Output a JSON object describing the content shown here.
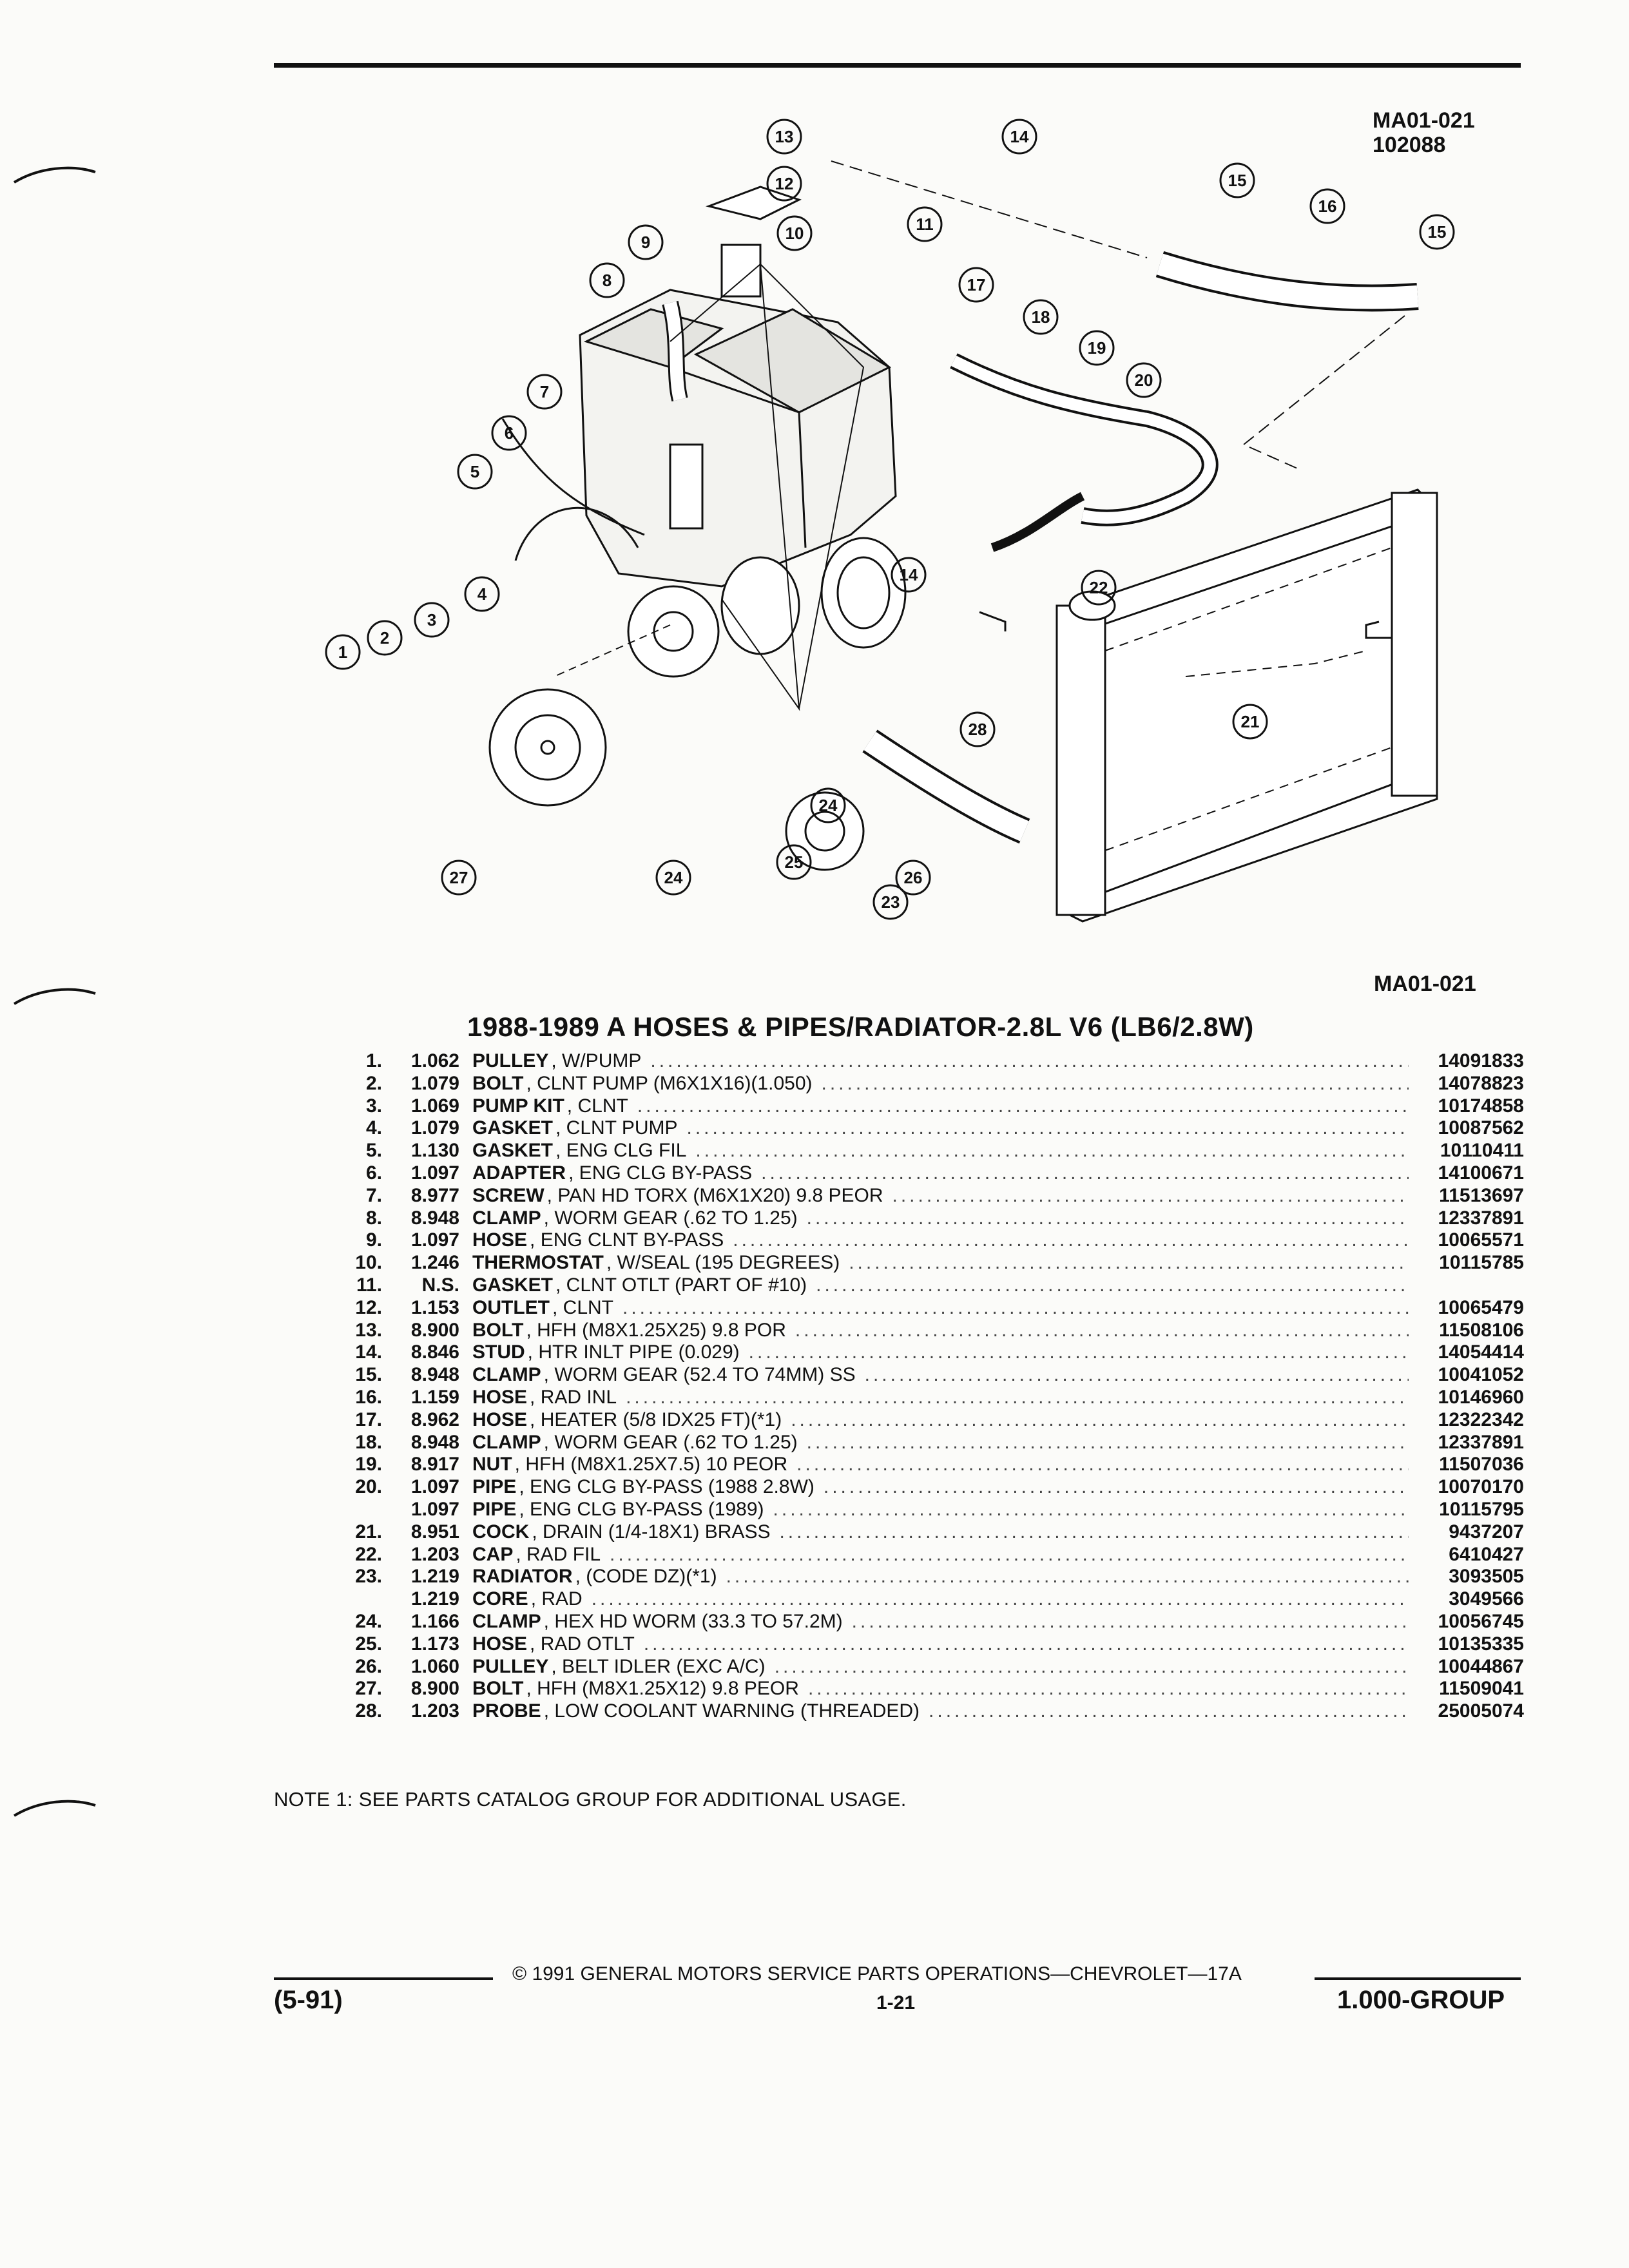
{
  "header": {
    "code_line1": "MA01-021",
    "code_line2": "102088",
    "code_bottom": "MA01-021"
  },
  "callouts": [
    "1",
    "2",
    "3",
    "4",
    "5",
    "6",
    "7",
    "8",
    "9",
    "10",
    "11",
    "12",
    "13",
    "14",
    "15",
    "16",
    "17",
    "18",
    "19",
    "20",
    "21",
    "22",
    "23",
    "24",
    "25",
    "26",
    "27",
    "28"
  ],
  "title": "1988-1989 A HOSES & PIPES/RADIATOR-2.8L V6 (LB6/2.8W)",
  "parts": [
    {
      "ref": "1.",
      "code": "1.062",
      "name": "PULLEY",
      "desc": ", W/PUMP",
      "pn": "14091833"
    },
    {
      "ref": "2.",
      "code": "1.079",
      "name": "BOLT",
      "desc": ", CLNT PUMP (M6X1X16)(1.050)",
      "pn": "14078823"
    },
    {
      "ref": "3.",
      "code": "1.069",
      "name": "PUMP KIT",
      "desc": ", CLNT",
      "pn": "10174858"
    },
    {
      "ref": "4.",
      "code": "1.079",
      "name": "GASKET",
      "desc": ", CLNT PUMP",
      "pn": "10087562"
    },
    {
      "ref": "5.",
      "code": "1.130",
      "name": "GASKET",
      "desc": ", ENG CLG FIL",
      "pn": "10110411"
    },
    {
      "ref": "6.",
      "code": "1.097",
      "name": "ADAPTER",
      "desc": ", ENG CLG BY-PASS",
      "pn": "14100671"
    },
    {
      "ref": "7.",
      "code": "8.977",
      "name": "SCREW",
      "desc": ", PAN HD TORX (M6X1X20) 9.8 PEOR",
      "pn": "11513697"
    },
    {
      "ref": "8.",
      "code": "8.948",
      "name": "CLAMP",
      "desc": ", WORM GEAR (.62 TO 1.25)",
      "pn": "12337891"
    },
    {
      "ref": "9.",
      "code": "1.097",
      "name": "HOSE",
      "desc": ", ENG CLNT BY-PASS",
      "pn": "10065571"
    },
    {
      "ref": "10.",
      "code": "1.246",
      "name": "THERMOSTAT",
      "desc": ", W/SEAL (195 DEGREES)",
      "pn": "10115785"
    },
    {
      "ref": "11.",
      "code": "N.S.",
      "name": "GASKET",
      "desc": ", CLNT OTLT (PART OF #10)",
      "pn": ""
    },
    {
      "ref": "12.",
      "code": "1.153",
      "name": "OUTLET",
      "desc": ", CLNT",
      "pn": "10065479"
    },
    {
      "ref": "13.",
      "code": "8.900",
      "name": "BOLT",
      "desc": ", HFH (M8X1.25X25) 9.8 POR",
      "pn": "11508106"
    },
    {
      "ref": "14.",
      "code": "8.846",
      "name": "STUD",
      "desc": ", HTR INLT PIPE (0.029)",
      "pn": "14054414"
    },
    {
      "ref": "15.",
      "code": "8.948",
      "name": "CLAMP",
      "desc": ", WORM GEAR (52.4 TO 74MM) SS",
      "pn": "10041052"
    },
    {
      "ref": "16.",
      "code": "1.159",
      "name": "HOSE",
      "desc": ", RAD INL",
      "pn": "10146960"
    },
    {
      "ref": "17.",
      "code": "8.962",
      "name": "HOSE",
      "desc": ", HEATER (5/8 IDX25 FT)(*1)",
      "pn": "12322342"
    },
    {
      "ref": "18.",
      "code": "8.948",
      "name": "CLAMP",
      "desc": ", WORM GEAR (.62 TO 1.25)",
      "pn": "12337891"
    },
    {
      "ref": "19.",
      "code": "8.917",
      "name": "NUT",
      "desc": ", HFH (M8X1.25X7.5) 10 PEOR",
      "pn": "11507036"
    },
    {
      "ref": "20.",
      "code": "1.097",
      "name": "PIPE",
      "desc": ", ENG CLG BY-PASS (1988 2.8W)",
      "pn": "10070170"
    },
    {
      "ref": "",
      "code": "1.097",
      "name": "PIPE",
      "desc": ", ENG CLG BY-PASS (1989)",
      "pn": "10115795"
    },
    {
      "ref": "21.",
      "code": "8.951",
      "name": "COCK",
      "desc": ", DRAIN (1/4-18X1) BRASS",
      "pn": "9437207"
    },
    {
      "ref": "22.",
      "code": "1.203",
      "name": "CAP",
      "desc": ", RAD FIL",
      "pn": "6410427"
    },
    {
      "ref": "23.",
      "code": "1.219",
      "name": "RADIATOR",
      "desc": ", (CODE DZ)(*1)",
      "pn": "3093505"
    },
    {
      "ref": "",
      "code": "1.219",
      "name": "CORE",
      "desc": ", RAD",
      "pn": "3049566"
    },
    {
      "ref": "24.",
      "code": "1.166",
      "name": "CLAMP",
      "desc": ", HEX HD WORM (33.3 TO 57.2M)",
      "pn": "10056745"
    },
    {
      "ref": "25.",
      "code": "1.173",
      "name": "HOSE",
      "desc": ", RAD OTLT",
      "pn": "10135335"
    },
    {
      "ref": "26.",
      "code": "1.060",
      "name": "PULLEY",
      "desc": ", BELT IDLER (EXC A/C)",
      "pn": "10044867"
    },
    {
      "ref": "27.",
      "code": "8.900",
      "name": "BOLT",
      "desc": ", HFH (M8X1.25X12) 9.8 PEOR",
      "pn": "11509041"
    },
    {
      "ref": "28.",
      "code": "1.203",
      "name": "PROBE",
      "desc": ", LOW COOLANT WARNING (THREADED)",
      "pn": "25005074"
    }
  ],
  "note": "NOTE  1:  SEE PARTS CATALOG GROUP FOR ADDITIONAL USAGE.",
  "footer": {
    "copyright": "© 1991  GENERAL MOTORS SERVICE PARTS OPERATIONS—CHEVROLET—17A",
    "revision": "(5-91)",
    "page": "1-21",
    "group": "1.000-GROUP"
  }
}
